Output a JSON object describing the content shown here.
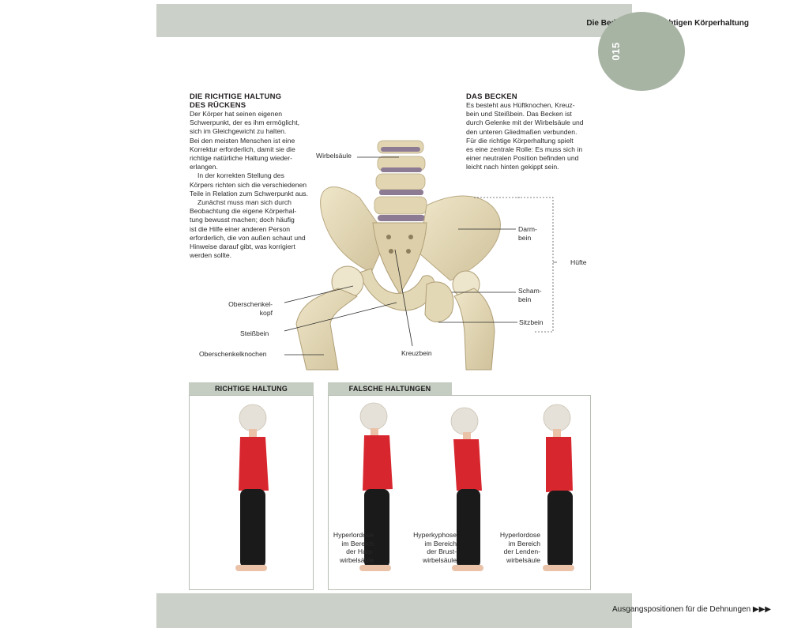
{
  "header": {
    "title": "Die Bedeutung der richtigen Körperhaltung",
    "page_number": "015"
  },
  "left_column": {
    "heading_line1": "DIE RICHTIGE HALTUNG",
    "heading_line2": "DES RÜCKENS",
    "p1": [
      "Der Körper hat seinen eigenen",
      "Schwerpunkt, der es ihm ermöglicht,",
      "sich im Gleichgewicht zu halten.",
      "Bei den meisten Menschen ist eine",
      "Korrektur erforderlich, damit sie die",
      "richtige natürliche Haltung wieder-",
      "erlangen."
    ],
    "p2": [
      "In der korrekten Stellung des",
      "Körpers richten sich die verschiedenen",
      "Teile in Relation zum Schwerpunkt aus."
    ],
    "p3": [
      "Zunächst muss man sich durch",
      "Beobachtung die eigene Körperhal-",
      "tung bewusst machen; doch häufig",
      "ist die Hilfe einer anderen Person",
      "erforderlich, die von außen schaut und",
      "Hinweise darauf gibt, was korrigiert",
      "werden sollte."
    ]
  },
  "right_column": {
    "heading": "DAS BECKEN",
    "lines": [
      "Es besteht aus Hüftknochen, Kreuz-",
      "bein und Steißbein. Das Becken ist",
      "durch Gelenke mit der Wirbelsäule und",
      "den unteren Gliedmaßen verbunden.",
      "Für die richtige Körperhaltung spielt",
      "es eine zentrale Rolle: Es muss sich in",
      "einer neutralen Position befinden und",
      "leicht nach hinten gekippt sein."
    ]
  },
  "anatomy_labels": {
    "wirbelsaeule": "Wirbelsäule",
    "darmbein_1": "Darm-",
    "darmbein_2": "bein",
    "huefte": "Hüfte",
    "schambein_1": "Scham-",
    "schambein_2": "bein",
    "sitzbein": "Sitzbein",
    "kreuzbein": "Kreuzbein",
    "oberschenkelkopf_1": "Oberschenkel-",
    "oberschenkelkopf_2": "kopf",
    "steissbein": "Steißbein",
    "oberschenkelknochen": "Oberschenkelknochen"
  },
  "posture": {
    "correct_title": "RICHTIGE HALTUNG",
    "wrong_title": "FALSCHE HALTUNGEN",
    "captions": [
      [
        "Hyperlordose",
        "im Bereich",
        "der Hals-",
        "wirbelsäule"
      ],
      [
        "Hyperkyphose",
        "im Bereich",
        "der Brust-",
        "wirbelsäule"
      ],
      [
        "Hyperlordose",
        "im Bereich",
        "der Lenden-",
        "wirbelsäule"
      ]
    ]
  },
  "footer": {
    "text": "Ausgangspositionen für die Dehnungen ▶▶▶"
  },
  "colors": {
    "bar": "#cbd1c8",
    "tab": "#a7b3a3",
    "bone": "#e7dcbd",
    "shirt": "#d8262f",
    "pants": "#1a1a1a",
    "hair": "#e6e1d8"
  }
}
